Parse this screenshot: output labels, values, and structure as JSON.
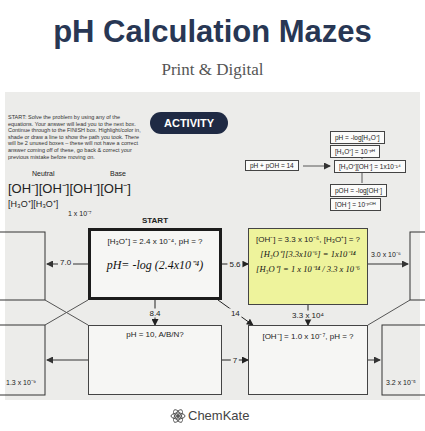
{
  "diagram": {
    "title": "pH Calculation Mazes",
    "nodes": [
      {
        "text": [
          "ACTIVITY"
        ]
      },
      {
        "text": [
          "pH = -log[H₃O⁺]"
        ]
      },
      {
        "text": [
          "[H₃O⁺] = 10⁻ᵖᴴ"
        ]
      },
      {
        "text": [
          "pH + pOH = 14"
        ]
      },
      {
        "text": [
          "[H₃O⁺][OH⁻] = 1x10⁻¹⁴"
        ]
      },
      {
        "text": [
          "pOH = -log[OH⁻]"
        ]
      },
      {
        "text": [
          "[OH⁻] = 10⁻ᵖᴼᴴ"
        ]
      },
      {
        "text": [
          "START",
          "[H₃O⁺] = 2.4 x 10⁻⁴, pH = ?",
          "pH= -log (2.4x10⁻⁴)"
        ]
      },
      {
        "text": [
          "[OH⁻] = 3.3 x 10⁻⁶, [H₃O⁺] = ?",
          "[H₃O⁺][3.3x10⁻⁶] = 1x10⁻¹⁴",
          "[H₃O⁺] = 1 x 10⁻¹⁴ / 3.3 x 10⁻⁶"
        ]
      },
      {
        "text": [
          "pH = 10, A/B/N?"
        ]
      },
      {
        "text": [
          "[OH⁻] = 1.0 x 10⁻⁷, pH = ?"
        ]
      }
    ],
    "edges": [
      {
        "from": 7,
        "to": 8,
        "arrow": "to",
        "label": "5.6"
      },
      {
        "from": 7,
        "to": 9,
        "arrow": "to",
        "label": "8.4"
      },
      {
        "from": 7,
        "to": 10,
        "arrow": "to",
        "label": "14"
      },
      {
        "from": 8,
        "to": 10,
        "arrow": "to",
        "label": "3.3 x 10⁴"
      },
      {
        "from": 9,
        "to": 10,
        "arrow": "to",
        "label": "7"
      }
    ],
    "labels": [
      "Print & Digital",
      "START: Solve the problem by using any of the equations. Your answer will lead you to the next box. Continue through to the FINISH box. Highlight/color in, shade or draw a line to show the path you took. There will be 2 unused boxes – these will not have a correct answer coming off of these, go back & correct your previous mistake before moving on.",
      "Neutral",
      "Base",
      "[OH⁻][OH⁻][OH⁻][OH⁻]",
      "[H₃O⁺][H₃O⁺]",
      "1 x 10⁻⁷",
      "7.0",
      "3.0 x 10⁻⁶",
      "1.3 x 10⁻⁹",
      "3.2 x 10⁻⁵",
      "ChemKate"
    ]
  }
}
